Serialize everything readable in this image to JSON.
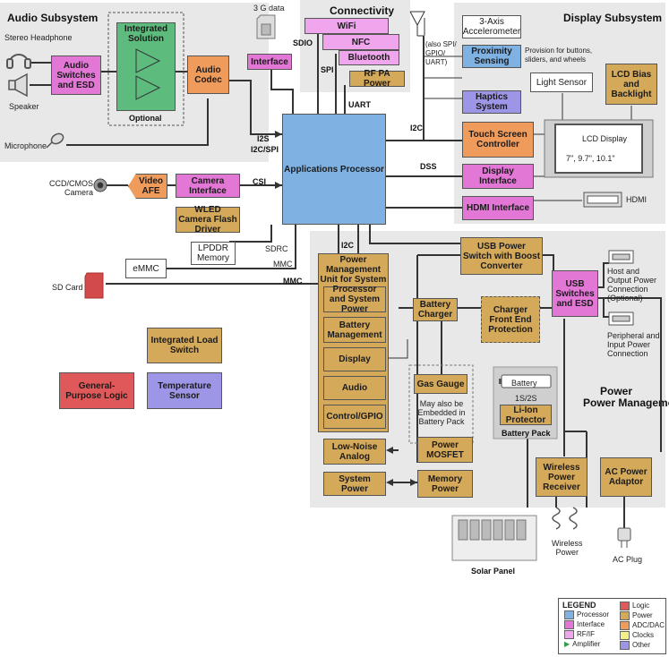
{
  "regions": {
    "audio": "Audio Subsystem",
    "connectivity": "Connectivity",
    "display": "Display Subsystem",
    "power": "Power Management"
  },
  "blocks": {
    "integrated_solution": "Integrated Solution",
    "optional": "Optional",
    "audio_switches": "Audio Switches and ESD",
    "audio_codec": "Audio Codec",
    "interface_3g": "Interface",
    "wifi": "WiFi",
    "nfc": "NFC",
    "bluetooth": "Bluetooth",
    "rf_pa_power": "RF PA Power",
    "accelerometer": "3-Axis Accelerometer",
    "proximity": "Proximity Sensing",
    "light_sensor": "Light Sensor",
    "lcd_bias": "LCD Bias and Backlight",
    "haptics": "Haptics System",
    "touch": "Touch Screen Controller",
    "lcd_display": "LCD Display",
    "lcd_sizes": "7\", 9.7\", 10.1\"",
    "display_interface": "Display Interface",
    "hdmi_interface": "HDMI Interface",
    "hdmi": "HDMI",
    "video_afe": "Video AFE",
    "camera_interface": "Camera Interface",
    "wled": "WLED Camera Flash Driver",
    "app_processor": "Applications Processor",
    "lpddr": "LPDDR Memory",
    "emmc": "eMMC",
    "usb_power_switch": "USB Power Switch with Boost Converter",
    "usb_switches": "USB Switches and ESD",
    "pmu": "Power Management Unit for System",
    "pmu_proc": "Processor and System Power",
    "pmu_batt": "Battery Management",
    "pmu_display": "Display",
    "pmu_audio": "Audio",
    "pmu_gpio": "Control/GPIO",
    "battery_charger": "Battery Charger",
    "charger_fe": "Charger Front End Protection",
    "gas_gauge": "Gas Gauge",
    "gas_gauge_note": "May also be Embedded in Battery Pack",
    "battery": "Battery",
    "battery_cells": "1S/2S",
    "li_ion": "Li-Ion Protector",
    "battery_pack": "Battery Pack",
    "low_noise": "Low-Noise Analog",
    "power_mosfet": "Power MOSFET",
    "system_power": "System Power",
    "memory_power": "Memory Power",
    "wireless_receiver": "Wireless Power Receiver",
    "ac_adaptor": "AC Power Adaptor",
    "integrated_load_switch": "Integrated Load Switch",
    "general_purpose_logic": "General-Purpose Logic",
    "temperature_sensor": "Temperature Sensor"
  },
  "labels": {
    "stereo_headphone": "Stereo Headphone",
    "speaker": "Speaker",
    "microphone": "Microphone",
    "data_3g": "3 G data",
    "sdio": "SDIO",
    "spi": "SPI",
    "uart": "UART",
    "i2s": "I2S",
    "i2c_spi": "I2C/SPI",
    "also_spi": "(also SPI/ GPIO/ UART)",
    "buttons_note": "Provision for buttons, sliders, and wheels",
    "i2c_display": "I2C",
    "dss": "DSS",
    "csi": "CSI",
    "ccd_camera": "CCD/CMOS Camera",
    "sdrc": "SDRC",
    "mmc1": "MMC",
    "mmc2": "MMC",
    "sd_card": "SD Card",
    "i2c_power": "I2C",
    "host_output": "Host and Output Power Connection (Optional)",
    "peripheral_input": "Peripheral and Input Power Connection",
    "solar_panel": "Solar Panel",
    "wireless_power": "Wireless Power",
    "ac_plug": "AC Plug"
  },
  "legend": {
    "title": "LEGEND",
    "left": [
      "Processor",
      "Interface",
      "RF/IF",
      "Amplifier"
    ],
    "right": [
      "Logic",
      "Power",
      "ADC/DAC",
      "Clocks",
      "Other"
    ],
    "left_colors": [
      "#7fb2e3",
      "#e277d6",
      "#f0a6ec",
      "#2e9c4a"
    ],
    "right_colors": [
      "#e0595a",
      "#d4a95a",
      "#ef9b5c",
      "#f3f08a",
      "#9d95e6"
    ]
  }
}
